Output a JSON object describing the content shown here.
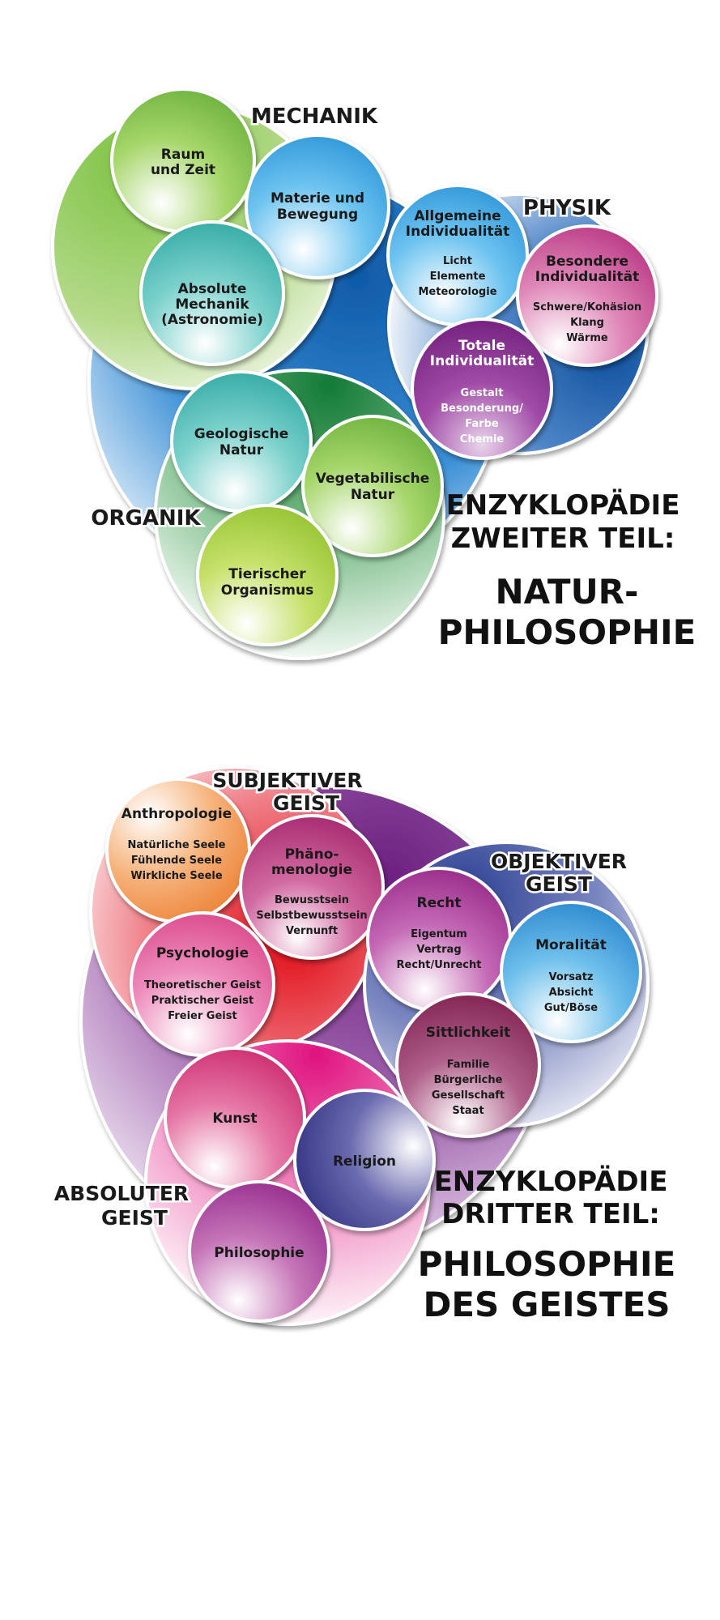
{
  "nature": {
    "title_line1": "ENZYKLOPÄDIE",
    "title_line2": "ZWEITER TEIL:",
    "subtitle_line1": "NATUR-",
    "subtitle_line2": "PHILOSOPHIE",
    "groups": {
      "mechanik": "MECHANIK",
      "physik": "PHYSIK",
      "organik": "ORGANIK"
    },
    "circles": {
      "raum": [
        "Raum",
        "und Zeit"
      ],
      "materie": [
        "Materie und",
        "Bewegung"
      ],
      "absolute": [
        "Absolute",
        "Mechanik",
        "(Astronomie)"
      ],
      "allgemeine": {
        "head": [
          "Allgemeine",
          "Individualität"
        ],
        "items": [
          "Licht",
          "Elemente",
          "Meteorologie"
        ]
      },
      "besondere": {
        "head": [
          "Besondere",
          "Individualität"
        ],
        "items": [
          "Schwere/Kohäsion",
          "Klang",
          "Wärme"
        ]
      },
      "totale": {
        "head": [
          "Totale",
          "Individualität"
        ],
        "items": [
          "Gestalt",
          "Besonderung/",
          "Farbe",
          "Chemie"
        ]
      },
      "geologische": [
        "Geologische",
        "Natur"
      ],
      "vegetabilische": [
        "Vegetabilische",
        "Natur"
      ],
      "tierischer": [
        "Tierischer",
        "Organismus"
      ]
    },
    "colors": {
      "outer": "#1e6fb8",
      "mechanik": "#7fbf3f",
      "physik": "#1c5aa8",
      "organik": "#2e8b3e"
    }
  },
  "spirit": {
    "title_line1": "ENZYKLOPÄDIE",
    "title_line2": "DRITTER TEIL:",
    "subtitle_line1": "PHILOSOPHIE",
    "subtitle_line2": "DES GEISTES",
    "groups": {
      "subjektiv": [
        "SUBJEKTIVER",
        "GEIST"
      ],
      "objektiv": [
        "OBJEKTIVER",
        "GEIST"
      ],
      "absolut": [
        "ABSOLUTER",
        "GEIST"
      ]
    },
    "circles": {
      "anthropologie": {
        "head": [
          "Anthropologie"
        ],
        "items": [
          "Natürliche Seele",
          "Fühlende Seele",
          "Wirkliche Seele"
        ]
      },
      "phaenomenologie": {
        "head": [
          "Phäno-",
          "menologie"
        ],
        "items": [
          "Bewusstsein",
          "Selbstbewusstsein",
          "Vernunft"
        ]
      },
      "psychologie": {
        "head": [
          "Psychologie"
        ],
        "items": [
          "Theoretischer Geist",
          "Praktischer Geist",
          "Freier Geist"
        ]
      },
      "recht": {
        "head": [
          "Recht"
        ],
        "items": [
          "Eigentum",
          "Vertrag",
          "Recht/Unrecht"
        ]
      },
      "moralitaet": {
        "head": [
          "Moralität"
        ],
        "items": [
          "Vorsatz",
          "Absicht",
          "Gut/Böse"
        ]
      },
      "sittlichkeit": {
        "head": [
          "Sittlichkeit"
        ],
        "items": [
          "Familie",
          "Bürgerliche",
          "Gesellschaft",
          "Staat"
        ]
      },
      "kunst": [
        "Kunst"
      ],
      "religion": [
        "Religion"
      ],
      "philosophie": [
        "Philosophie"
      ]
    },
    "colors": {
      "outer": "#7a2a8c",
      "subjektiv": "#e0121b",
      "objektiv": "#3a4f9e",
      "absolut": "#e01a86"
    }
  }
}
